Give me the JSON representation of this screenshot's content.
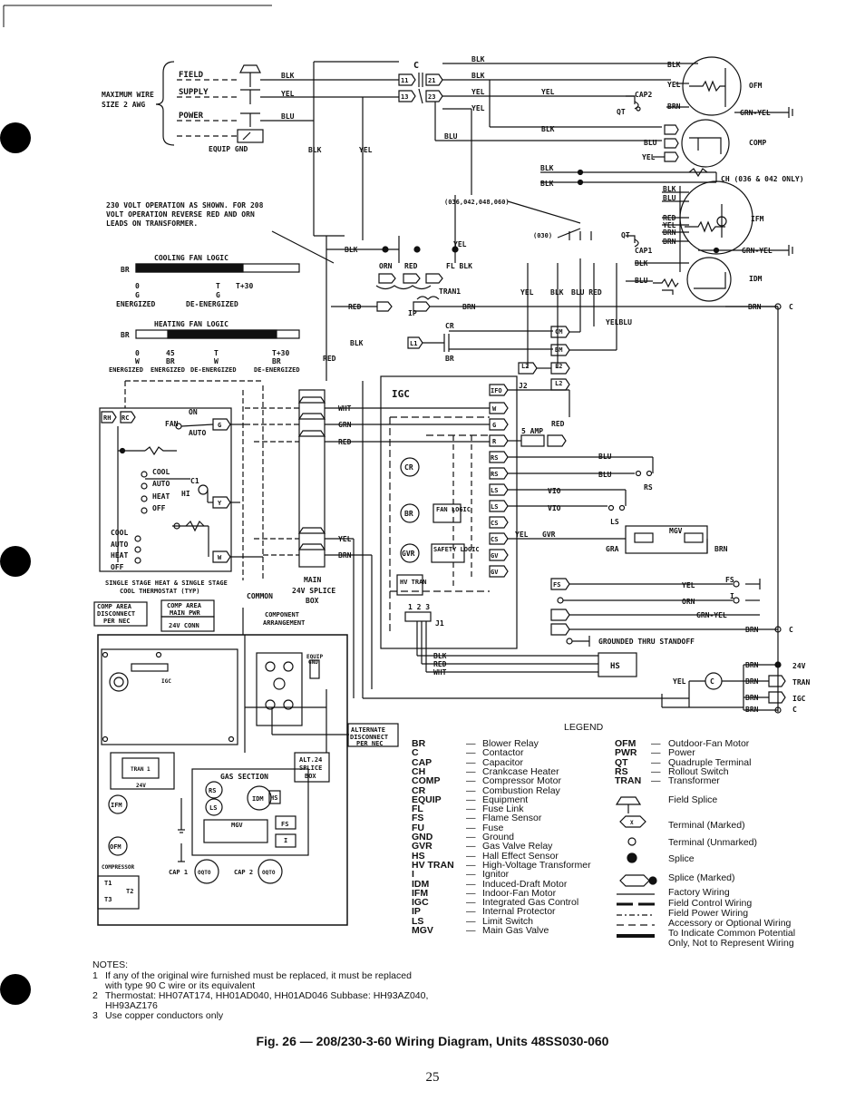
{
  "figure": {
    "caption": "Fig. 26 — 208/230-3-60 Wiring Diagram, Units 48SS030-060",
    "page_number": "25"
  },
  "supply": {
    "field": "FIELD",
    "supply": "SUPPLY",
    "power": "POWER",
    "max_wire_1": "MAXIMUM WIRE",
    "max_wire_2": "SIZE 2 AWG",
    "equip_gnd": "EQUIP GND"
  },
  "note_230": [
    "230 VOLT OPERATION AS SHOWN. FOR 208",
    "VOLT OPERATION REVERSE RED AND ORN",
    "LEADS ON TRANSFORMER."
  ],
  "cooling_logic": {
    "title": "COOLING FAN LOGIC",
    "br": "BR",
    "t0": "0",
    "t1": "T",
    "t2": "T+30",
    "g1": "G",
    "g2": "G",
    "e1": "ENERGIZED",
    "e2": "DE-ENERGIZED"
  },
  "heating_logic": {
    "title": "HEATING FAN LOGIC",
    "br": "BR",
    "t0": "0",
    "t1": "45",
    "t2": "T",
    "t3": "T+30",
    "w1": "W",
    "w2": "BR",
    "w3": "W",
    "w4": "BR",
    "e1": "ENERGIZED",
    "e2": "ENERGIZED",
    "e3": "DE-ENERGIZED",
    "e4": "DE-ENERGIZED"
  },
  "motors": {
    "ofm": "OFM",
    "comp": "COMP",
    "ifm": "IFM",
    "idm": "IDM",
    "cap2": "CAP2",
    "cap1": "CAP1",
    "qt": "QT",
    "ch": "CH (036 & 042 ONLY)",
    "models_a": "(036,042,048,060)",
    "models_b": "(030)"
  },
  "wires": {
    "blk": "BLK",
    "yel": "YEL",
    "blu": "BLU",
    "brn": "BRN",
    "red": "RED",
    "grn": "GRN",
    "wht": "WHT",
    "vio": "VIO",
    "orn": "ORN",
    "gra": "GRA",
    "grn_yel": "GRN-YEL"
  },
  "transformer": {
    "tran1": "TRAN1",
    "ip": "IP",
    "fl": "FL",
    "c_label": "C",
    "cr": "CR",
    "br": "BR"
  },
  "igc": {
    "title": "IGC",
    "j1": "J1",
    "j2": "J2",
    "amp": "5 AMP",
    "pins": "1 2 3",
    "fan_logic": "FAN LOGIC",
    "safety_logic": "SAFETY LOGIC",
    "hv_tran": "HV TRAN",
    "cr": "CR",
    "br": "BR",
    "gvr": "GVR",
    "rs": "RS",
    "ls": "LS",
    "mgv": "MGV",
    "fs": "FS",
    "hs": "HS",
    "grounded": "GROUNDED THRU STANDOFF",
    "i_label": "I"
  },
  "thermostat": {
    "on": "ON",
    "fan": "FAN",
    "auto": "AUTO",
    "cool": "COOL",
    "auto2": "AUTO",
    "heat": "HEAT",
    "off": "OFF",
    "hi": "HI",
    "c1": "C1",
    "cool_b": "COOL",
    "auto_b": "AUTO",
    "heat_b": "HEAT",
    "off_b": "OFF",
    "caption_1": "SINGLE STAGE HEAT & SINGLE STAGE",
    "caption_2": "COOL THERMOSTAT (TYP)",
    "common": "COMMON",
    "main_box_1": "MAIN",
    "main_box_2": "24V SPLICE",
    "main_box_3": "BOX"
  },
  "arrangement": {
    "title_1": "COMPONENT",
    "title_2": "ARRANGEMENT",
    "comp_area_1": "COMP AREA",
    "comp_area_2": "DISCONNECT",
    "comp_area_3": "PER NEC",
    "comp_area_pwr_1": "COMP AREA",
    "comp_area_pwr_2": "MAIN PWR",
    "conn_24v": "24V CONN",
    "igc": "IGC",
    "equip_gnd": "EQUIP GND",
    "alternate_1": "ALTERNATE",
    "alternate_2": "DISCONNECT",
    "alternate_3": "PER NEC",
    "alt24_1": "ALT.24",
    "alt24_2": "SPLICE",
    "alt24_3": "BOX",
    "tran1": "TRAN 1",
    "v24": "24V",
    "gas_section": "GAS SECTION",
    "rs": "RS",
    "ls": "LS",
    "idm": "IDM",
    "hs": "HS",
    "fs": "FS",
    "mgv": "MGV",
    "i_label": "I",
    "ifm": "IFM",
    "ofm": "OFM",
    "compressor": "COMPRESSOR",
    "cap1": "CAP 1",
    "cap2": "CAP 2",
    "oqto": "OQTO",
    "t1": "T1",
    "t2": "T2",
    "t3": "T3"
  },
  "right_terms": {
    "v24": "24V",
    "tran": "TRAN",
    "igc": "IGC",
    "c": "C"
  },
  "legend": {
    "title": "LEGEND",
    "left": [
      {
        "abbr": "BR",
        "desc": "Blower Relay"
      },
      {
        "abbr": "C",
        "desc": "Contactor"
      },
      {
        "abbr": "CAP",
        "desc": "Capacitor"
      },
      {
        "abbr": "CH",
        "desc": "Crankcase Heater"
      },
      {
        "abbr": "COMP",
        "desc": "Compressor Motor"
      },
      {
        "abbr": "CR",
        "desc": "Combustion Relay"
      },
      {
        "abbr": "EQUIP",
        "desc": "Equipment"
      },
      {
        "abbr": "FL",
        "desc": "Fuse Link"
      },
      {
        "abbr": "FS",
        "desc": "Flame Sensor"
      },
      {
        "abbr": "FU",
        "desc": "Fuse"
      },
      {
        "abbr": "GND",
        "desc": "Ground"
      },
      {
        "abbr": "GVR",
        "desc": "Gas Valve Relay"
      },
      {
        "abbr": "HS",
        "desc": "Hall Effect Sensor"
      },
      {
        "abbr": "HV TRAN",
        "desc": "High-Voltage Transformer"
      },
      {
        "abbr": "I",
        "desc": "Ignitor"
      },
      {
        "abbr": "IDM",
        "desc": "Induced-Draft Motor"
      },
      {
        "abbr": "IFM",
        "desc": "Indoor-Fan Motor"
      },
      {
        "abbr": "IGC",
        "desc": "Integrated Gas Control"
      },
      {
        "abbr": "IP",
        "desc": "Internal Protector"
      },
      {
        "abbr": "LS",
        "desc": "Limit Switch"
      },
      {
        "abbr": "MGV",
        "desc": "Main Gas Valve"
      }
    ],
    "right": [
      {
        "abbr": "OFM",
        "desc": "Outdoor-Fan Motor"
      },
      {
        "abbr": "PWR",
        "desc": "Power"
      },
      {
        "abbr": "QT",
        "desc": "Quadruple Terminal"
      },
      {
        "abbr": "RS",
        "desc": "Rollout Switch"
      },
      {
        "abbr": "TRAN",
        "desc": "Transformer"
      }
    ],
    "symbols": {
      "field_splice": "Field Splice",
      "terminal_marked": "Terminal (Marked)",
      "terminal_unmarked": "Terminal (Unmarked)",
      "splice": "Splice",
      "splice_marked": "Splice (Marked)",
      "factory_wiring": "Factory Wiring",
      "field_control": "Field Control Wiring",
      "field_power": "Field Power Wiring",
      "accessory_1": "Accessory or Optional Wiring",
      "accessory_2": "To Indicate Common Potential",
      "accessory_3": "Only, Not to Represent Wiring",
      "terminal_mark": "X"
    }
  },
  "notes": {
    "title": "NOTES:",
    "items": [
      {
        "num": "1",
        "lines": [
          "If any of the original wire furnished must be replaced, it must be replaced",
          "with type 90 C wire or its equivalent"
        ]
      },
      {
        "num": "2",
        "lines": [
          "Thermostat: HH07AT174, HH01AD040, HH01AD046 Subbase: HH93AZ040,",
          "HH93AZ176"
        ]
      },
      {
        "num": "3",
        "lines": [
          "Use copper conductors only"
        ]
      }
    ]
  }
}
